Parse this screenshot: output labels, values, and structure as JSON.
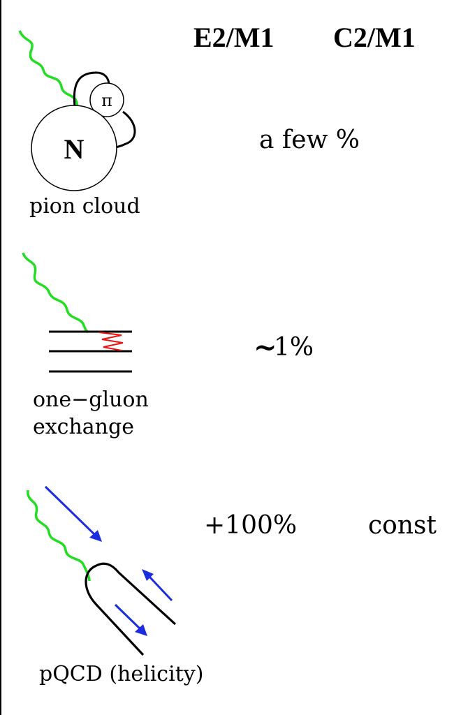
{
  "header": {
    "e2m1": "E2/M1",
    "c2m1": "C2/M1"
  },
  "rows": [
    {
      "diagram": "pion-cloud",
      "nucleon_label": "N",
      "pion_label": "π",
      "label_lines": [
        "pion cloud"
      ],
      "e2m1": "a few %",
      "c2m1": ""
    },
    {
      "diagram": "one-gluon-exchange",
      "label_lines": [
        "one−gluon",
        "exchange"
      ],
      "e2m1_symbol": "~",
      "e2m1": "1%",
      "c2m1": ""
    },
    {
      "diagram": "pqcd-helicity",
      "label_lines": [
        "pQCD (helicity)"
      ],
      "e2m1": "+100%",
      "c2m1": "const"
    }
  ],
  "colors": {
    "photon": "#22dd22",
    "gluon": "#ee1111",
    "helicity_arrow": "#1a2ee0",
    "line": "#000000"
  }
}
